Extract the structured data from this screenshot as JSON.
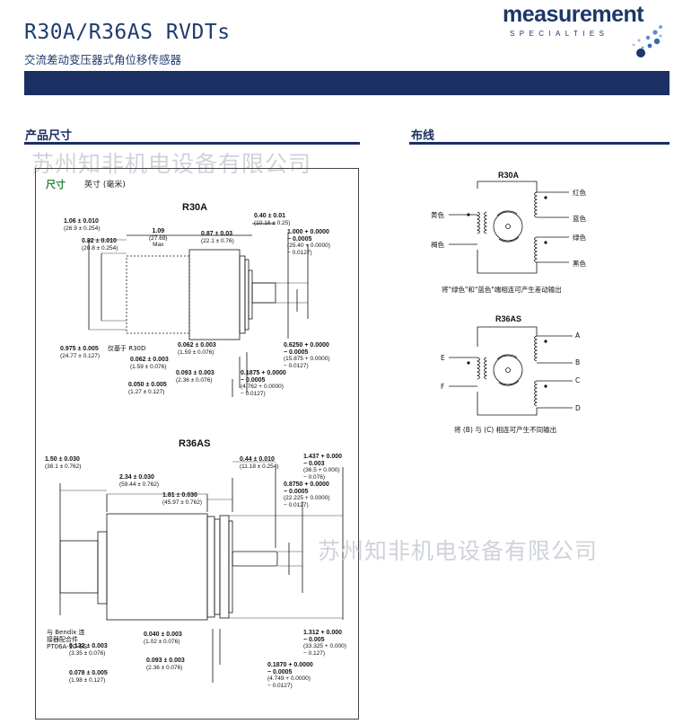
{
  "header": {
    "title": "R30A/R36AS RVDTs",
    "subtitle": "交流差动变压器式角位移传感器",
    "logo_word": "measurement",
    "logo_sub": "SPECIALTIES"
  },
  "sections": {
    "left": "产品尺寸",
    "right": "布线"
  },
  "watermark": "苏州知非机电设备有限公司",
  "panel": {
    "title": "尺寸",
    "units": "英寸 (毫米)"
  },
  "r30a": {
    "title": "R30A",
    "d1": {
      "v": "1.06 ± 0.010",
      "m": "(26.9 ± 0.254)"
    },
    "d2": {
      "v": "0.82 ± 0.010",
      "m": "(20.8 ± 0.254)"
    },
    "d3": {
      "v": "1.09",
      "m": "(27.69)",
      "e": "Max"
    },
    "d4": {
      "v": "0.87 ± 0.03",
      "m": "(22.1 ± 0.76)"
    },
    "d5": {
      "v": "0.40 ± 0.01",
      "m": "(10.16 ± 0.25)"
    },
    "d6": {
      "v": "1.000 + 0.0000",
      "v2": "− 0.0005",
      "m": "(25.40 + 0.0000)",
      "m2": "− 0.0127)"
    },
    "d7": {
      "v": "0.975 ± 0.005",
      "m": "(24.77 ± 0.127)"
    },
    "note": "仅基于 R30D",
    "d8": {
      "v": "0.062 ± 0.003",
      "m": "(1.59 ± 0.076)"
    },
    "d9": {
      "v": "0.062 ± 0.003",
      "m": "(1.59 ± 0.076)"
    },
    "d10": {
      "v": "0.093 ± 0.003",
      "m": "(2.36 ± 0.076)"
    },
    "d11": {
      "v": "0.6250 + 0.0000",
      "v2": "− 0.0005",
      "m": "(15.875 + 0.0000)",
      "m2": "− 0.0127)"
    },
    "d12": {
      "v": "0.1875 + 0.0000",
      "v2": "− 0.0005",
      "m": "(4.762 + 0.0000)",
      "m2": "− 0.0127)"
    },
    "d13": {
      "v": "0.050 ± 0.005",
      "m": "(1.27 ± 0.127)"
    }
  },
  "r36as": {
    "title": "R36AS",
    "d1": {
      "v": "1.50 ± 0.030",
      "m": "(38.1 ± 0.762)"
    },
    "d2": {
      "v": "2.34 ± 0.030",
      "m": "(59.44 ± 0.762)"
    },
    "d3": {
      "v": "1.81 ± 0.030",
      "m": "(45.97 ± 0.762)"
    },
    "d4": {
      "v": "0.44 ± 0.010",
      "m": "(11.18 ± 0.254)"
    },
    "d5": {
      "v": "1.437 + 0.000",
      "v2": "− 0.003",
      "m": "(36.5 + 0.000)",
      "m2": "− 0.076)"
    },
    "d6": {
      "v": "0.8750 + 0.0000",
      "v2": "− 0.0005",
      "m": "(22.225 + 0.0000)",
      "m2": "− 0.0127)"
    },
    "note": "与 Bendix 连\n接器配合件\nPT06A-10-6S",
    "d7": {
      "v": "0.040 ± 0.003",
      "m": "(1.02 ± 0.076)"
    },
    "d8": {
      "v": "0.132 ± 0.003",
      "m": "(3.35 ± 0.076)"
    },
    "d9": {
      "v": "0.093 ± 0.003",
      "m": "(2.36 ± 0.076)"
    },
    "d10": {
      "v": "0.078 ± 0.005",
      "m": "(1.98 ± 0.127)"
    },
    "d11": {
      "v": "1.312 + 0.000",
      "v2": "− 0.005",
      "m": "(33.325 + 0.000)",
      "m2": "− 0.127)"
    },
    "d12": {
      "v": "0.1870 + 0.0000",
      "v2": "− 0.0005",
      "m": "(4.749 + 0.0000)",
      "m2": "− 0.0127)"
    }
  },
  "wiring": {
    "r30a": {
      "title": "R30A",
      "left1": "黄色",
      "left2": "褐色",
      "right1": "红色",
      "right2": "蓝色",
      "right3": "绿色",
      "right4": "黑色",
      "caption": "将\"绿色\"和\"蓝色\"端相连可产生差动输出"
    },
    "r36as": {
      "title": "R36AS",
      "left1": "E",
      "left2": "F",
      "right1": "A",
      "right2": "B",
      "right3": "C",
      "right4": "D",
      "caption": "将 (B) 与 (C) 相连可产生不同输出"
    }
  },
  "colors": {
    "brand": "#1b2f63",
    "title": "#1f3b6e",
    "dim_title": "#2a8a3e",
    "watermark": "#cfd3d8"
  }
}
